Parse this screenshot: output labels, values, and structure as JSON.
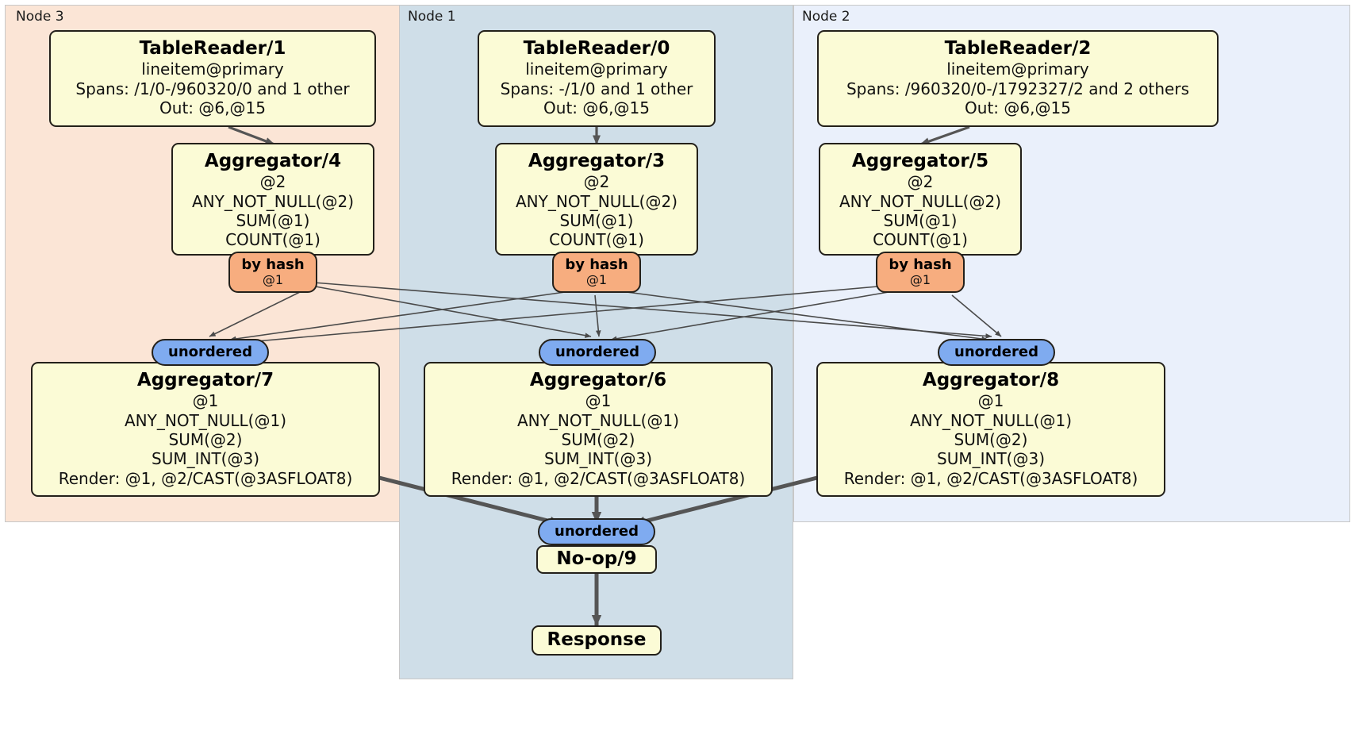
{
  "diagram": {
    "type": "distributed-query-plan",
    "colors": {
      "node3_bg": "#fbe5d6",
      "node1_bg": "#cfdee8",
      "node2_bg": "#eaf0fb",
      "box_bg": "#fbfbd6",
      "box_border": "#23201a",
      "hash_pill": "#f7ad7f",
      "unordered_pill": "#7fabf0",
      "edge": "#555555"
    }
  },
  "panels": [
    {
      "label": "Node 3"
    },
    {
      "label": "Node 1"
    },
    {
      "label": "Node 2"
    }
  ],
  "readers": [
    {
      "title": "TableReader/1",
      "table": "lineitem@primary",
      "spans": "Spans: /1/0-/960320/0 and 1 other",
      "out": "Out: @6,@15"
    },
    {
      "title": "TableReader/0",
      "table": "lineitem@primary",
      "spans": "Spans: -/1/0 and 1 other",
      "out": "Out: @6,@15"
    },
    {
      "title": "TableReader/2",
      "table": "lineitem@primary",
      "spans": "Spans: /960320/0-/1792327/2 and 2 others",
      "out": "Out: @6,@15"
    }
  ],
  "aggregators_top": [
    {
      "title": "Aggregator/4",
      "group": "@2",
      "f1": "ANY_NOT_NULL(@2)",
      "f2": "SUM(@1)",
      "f3": "COUNT(@1)"
    },
    {
      "title": "Aggregator/3",
      "group": "@2",
      "f1": "ANY_NOT_NULL(@2)",
      "f2": "SUM(@1)",
      "f3": "COUNT(@1)"
    },
    {
      "title": "Aggregator/5",
      "group": "@2",
      "f1": "ANY_NOT_NULL(@2)",
      "f2": "SUM(@1)",
      "f3": "COUNT(@1)"
    }
  ],
  "aggregators_bottom": [
    {
      "title": "Aggregator/7",
      "group": "@1",
      "f1": "ANY_NOT_NULL(@1)",
      "f2": "SUM(@2)",
      "f3": "SUM_INT(@3)",
      "render": "Render: @1, @2/CAST(@3ASFLOAT8)"
    },
    {
      "title": "Aggregator/6",
      "group": "@1",
      "f1": "ANY_NOT_NULL(@1)",
      "f2": "SUM(@2)",
      "f3": "SUM_INT(@3)",
      "render": "Render: @1, @2/CAST(@3ASFLOAT8)"
    },
    {
      "title": "Aggregator/8",
      "group": "@1",
      "f1": "ANY_NOT_NULL(@1)",
      "f2": "SUM(@2)",
      "f3": "SUM_INT(@3)",
      "render": "Render: @1, @2/CAST(@3ASFLOAT8)"
    }
  ],
  "hash_routers": [
    {
      "label": "by hash",
      "column": "@1"
    },
    {
      "label": "by hash",
      "column": "@1"
    },
    {
      "label": "by hash",
      "column": "@1"
    }
  ],
  "unordered_synchronizers": [
    {
      "label": "unordered"
    },
    {
      "label": "unordered"
    },
    {
      "label": "unordered"
    },
    {
      "label": "unordered"
    }
  ],
  "final": {
    "noop": "No-op/9",
    "response": "Response"
  }
}
